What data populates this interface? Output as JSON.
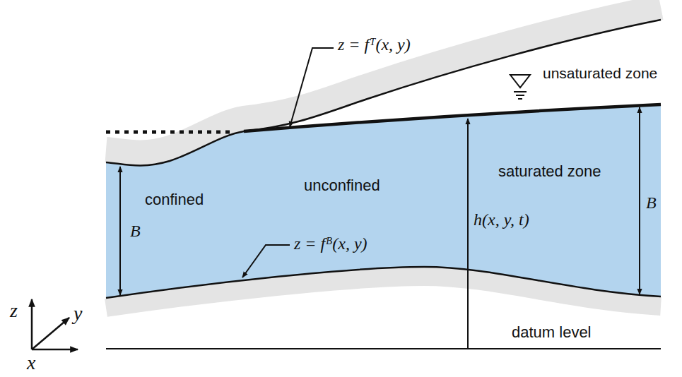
{
  "diagram": {
    "labels": [
      "z = fᵀ(x, y)",
      "unsaturated zone",
      "saturated zone",
      "confined",
      "unconfined",
      "B",
      "h(x, y, t)",
      "B",
      "z = fᴮ(x, y)",
      "datum level",
      "z",
      "y",
      "x"
    ]
  }
}
